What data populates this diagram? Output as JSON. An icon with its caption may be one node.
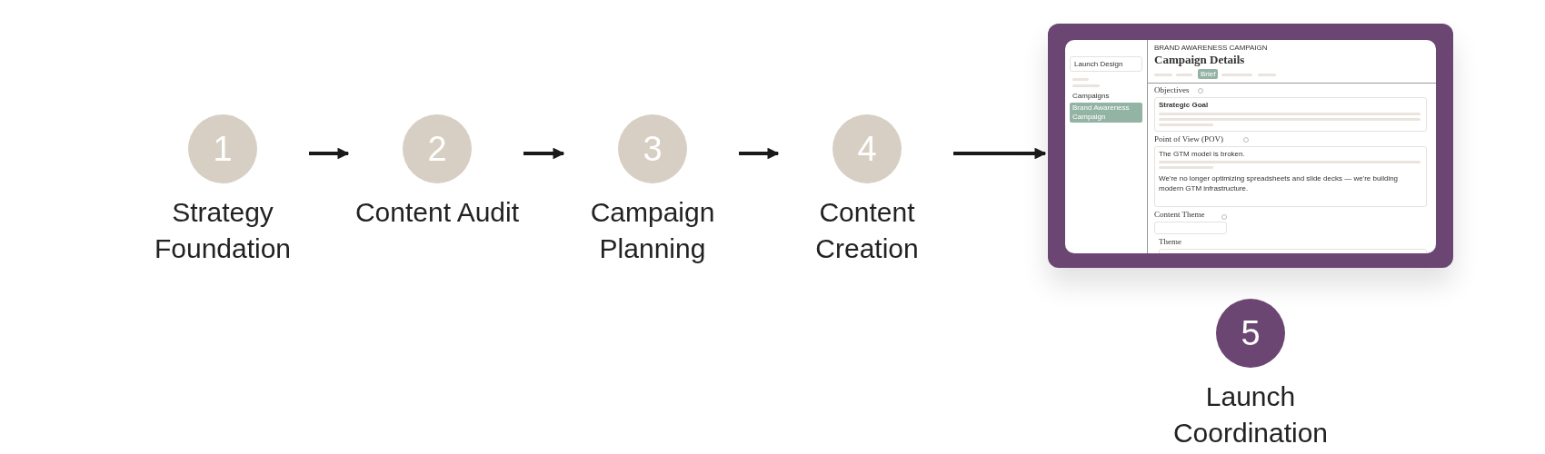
{
  "diagram": {
    "nodes": [
      {
        "text": [
          "1",
          "Strategy Foundation"
        ]
      },
      {
        "text": [
          "2",
          "Content Audit"
        ]
      },
      {
        "text": [
          "3",
          "Campaign Planning"
        ]
      },
      {
        "text": [
          "4",
          "Content Creation"
        ]
      },
      {
        "text": [],
        "shape": "box"
      },
      {
        "text": [
          "5",
          "Launch Coordination"
        ]
      }
    ],
    "edges": [
      {
        "from": 0,
        "to": 1,
        "arrow": "to"
      },
      {
        "from": 1,
        "to": 2,
        "arrow": "to"
      },
      {
        "from": 2,
        "to": 3,
        "arrow": "to"
      },
      {
        "from": 3,
        "to": 4,
        "arrow": "to"
      }
    ],
    "labels": [
      "Launch Design",
      "Campaigns",
      "Brand Awareness Campaign",
      "BRAND AWARENESS CAMPAIGN",
      "Campaign Details",
      "Brief",
      "Objectives",
      "Strategic Goal",
      "Point of View (POV)",
      "The GTM model is broken.",
      "We're no longer optimizing spreadsheets and slide decks — we're building modern GTM infrastructure.",
      "Content Theme",
      "Theme"
    ]
  }
}
